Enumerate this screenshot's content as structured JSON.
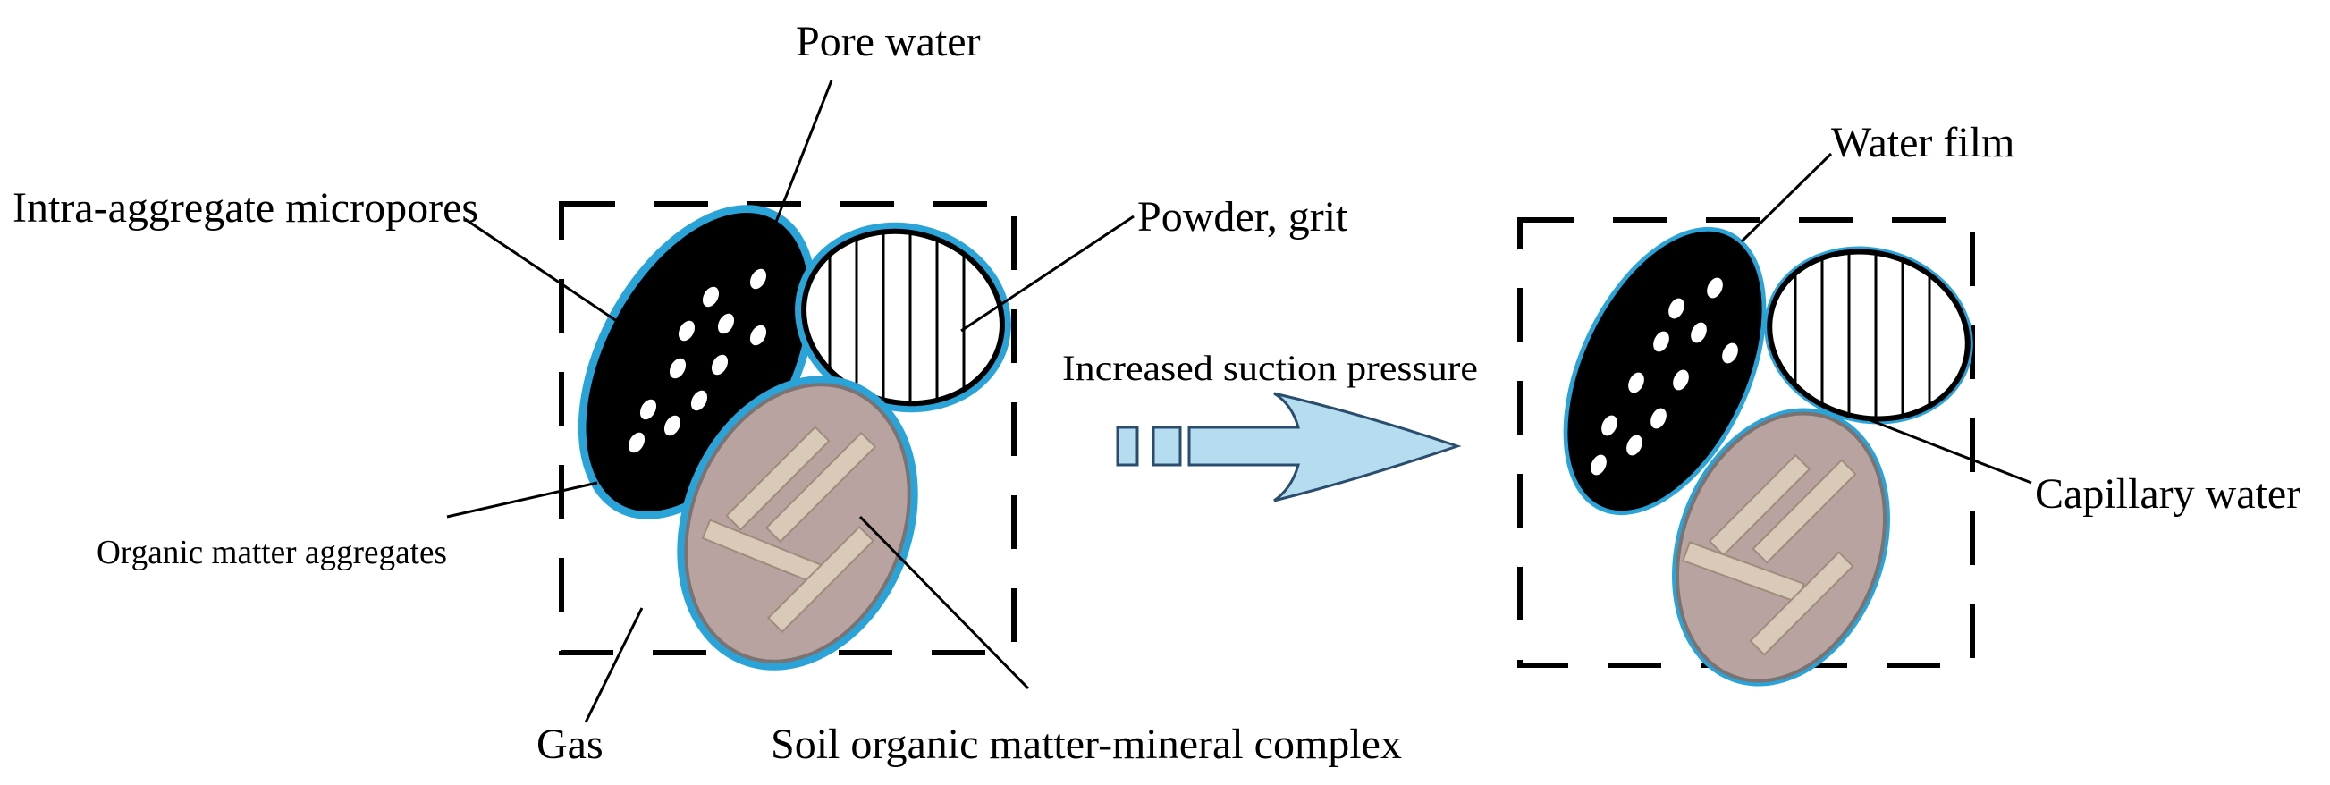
{
  "diagram": {
    "labels": {
      "pore_water": "Pore water",
      "intra_aggregate_micropores": "Intra-aggregate micropores",
      "powder_grit": "Powder, grit",
      "organic_matter_aggregates": "Organic matter aggregates",
      "gas": "Gas",
      "soil_complex": "Soil organic matter-mineral complex",
      "arrow_caption": "Increased suction pressure",
      "water_film": "Water film",
      "capillary_water": "Capillary water"
    },
    "colors": {
      "water": "#2aa3d8",
      "aggregate": "#000000",
      "complex": "#b8a3a0",
      "mineral": "#d9c9b8",
      "arrow": "#b6dcf0"
    }
  }
}
